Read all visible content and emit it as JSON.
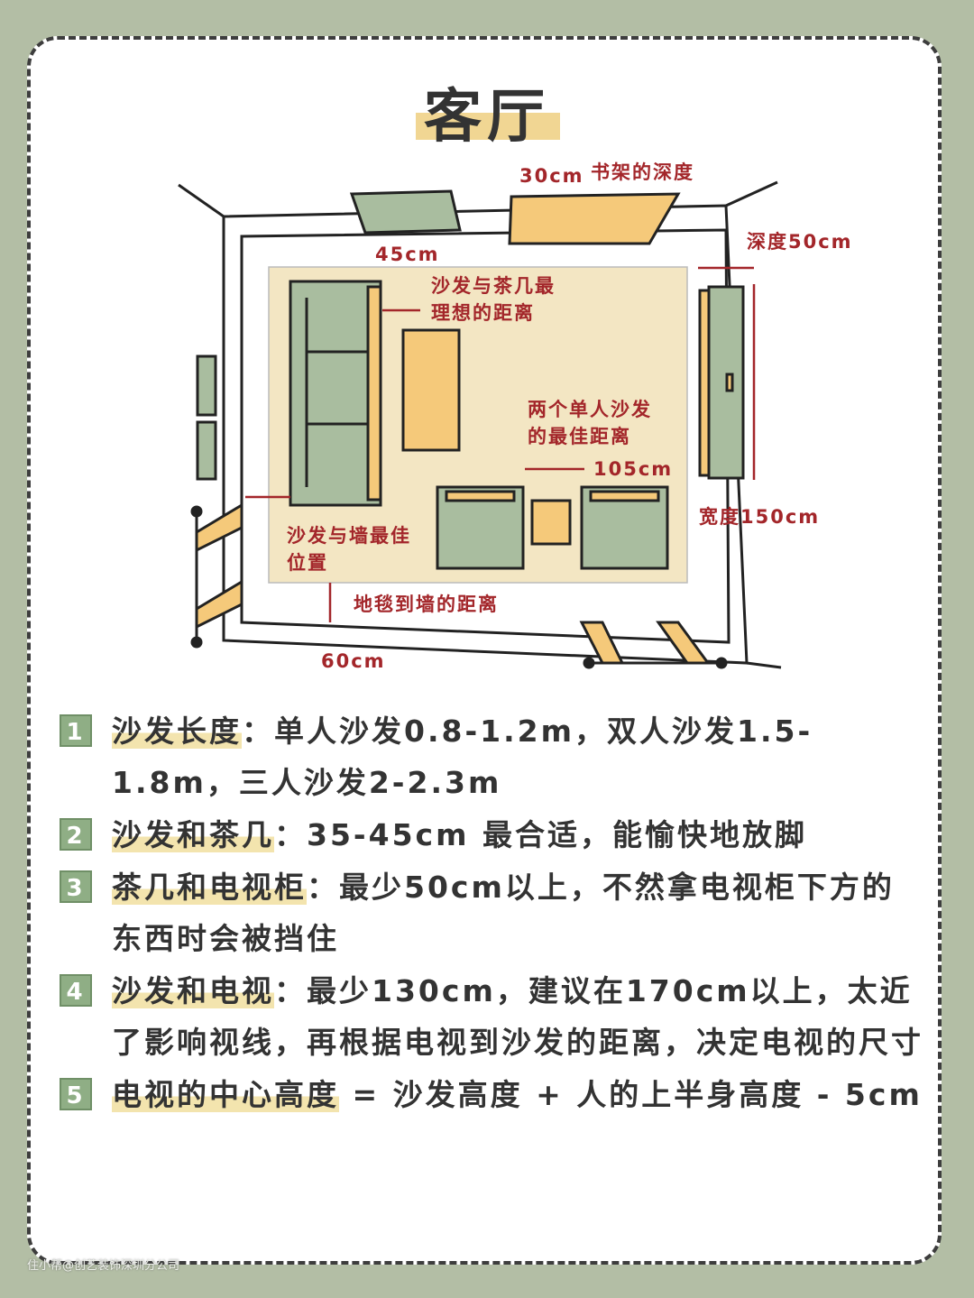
{
  "title": "客厅",
  "diagram": {
    "labels": {
      "bookshelf_depth": "30cm",
      "bookshelf_depth_text": "书架的深度",
      "tv_depth": "深度50cm",
      "sofa_table_dist": "45cm",
      "sofa_table_text_1": "沙发与茶几最",
      "sofa_table_text_2": "理想的距离",
      "two_chairs_text_1": "两个单人沙发",
      "two_chairs_text_2": "的最佳距离",
      "two_chairs_dist": "105cm",
      "tv_width": "宽度150cm",
      "sofa_wall_text_1": "沙发与墙最佳",
      "sofa_wall_text_2": "位置",
      "rug_wall_text": "地毯到墙的距离",
      "rug_wall_dist": "60cm"
    },
    "colors": {
      "green": "#a9bd9f",
      "yellow": "#f5c97a",
      "rug": "#f3e6c3",
      "red": "#a3262a"
    }
  },
  "items": [
    {
      "num": "1",
      "keyword": "沙发长度",
      "text": "：单人沙发0.8-1.2m，双人沙发1.5-1.8m，三人沙发2-2.3m"
    },
    {
      "num": "2",
      "keyword": "沙发和茶几",
      "text": "：35-45cm 最合适，能愉快地放脚"
    },
    {
      "num": "3",
      "keyword": "茶几和电视柜",
      "text": "：最少50cm以上，不然拿电视柜下方的东西时会被挡住"
    },
    {
      "num": "4",
      "keyword": "沙发和电视",
      "text": "：最少130cm，建议在170cm以上，太近了影响视线，再根据电视到沙发的距离，决定电视的尺寸"
    },
    {
      "num": "5",
      "keyword": "电视的中心高度",
      "text": " = 沙发高度 + 人的上半身高度 - 5cm"
    }
  ],
  "watermark": "住小帮@创艺装饰深圳分公司"
}
